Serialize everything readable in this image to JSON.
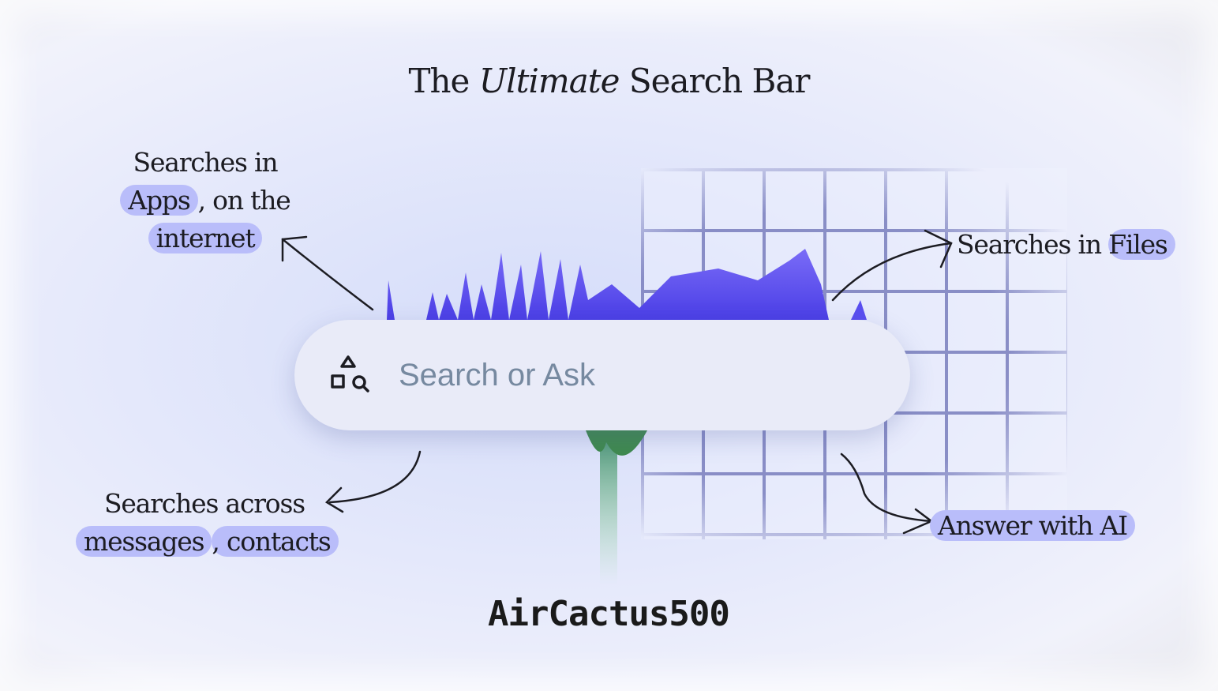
{
  "title": {
    "pre": "The",
    "emph": "Ultimate",
    "post": "Search Bar"
  },
  "search": {
    "placeholder": "Search or Ask",
    "icon": "shapes-search-icon"
  },
  "annotations": {
    "apps": {
      "line1": "Searches in",
      "line2a": "Apps",
      "line2b": ", on the",
      "line3": "internet"
    },
    "files": {
      "pre": "Searches in ",
      "hl": "Files"
    },
    "messages": {
      "line1": "Searches across",
      "line2a": "messages",
      "line2b": ", contacts"
    },
    "ai": {
      "hl": "Answer with AI"
    }
  },
  "logo": "AirCactus500",
  "colors": {
    "accent": "#5a4ff0",
    "highlight": "#b9bdfa",
    "placeholder": "#7689a0"
  }
}
